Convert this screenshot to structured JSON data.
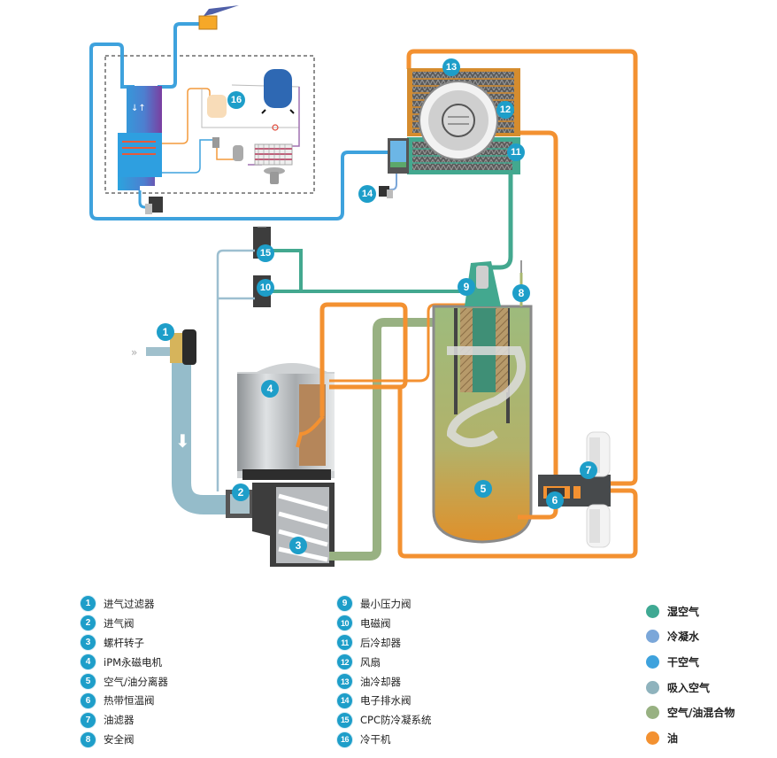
{
  "diagram": {
    "callouts": [
      "1",
      "2",
      "3",
      "4",
      "5",
      "6",
      "7",
      "8",
      "9",
      "10",
      "11",
      "12",
      "13",
      "14",
      "15",
      "16"
    ]
  },
  "legend": {
    "components_left": [
      {
        "num": "1",
        "label": "进气过滤器"
      },
      {
        "num": "2",
        "label": "进气阀"
      },
      {
        "num": "3",
        "label": "螺杆转子"
      },
      {
        "num": "4",
        "label": "iPM永磁电机"
      },
      {
        "num": "5",
        "label": "空气/油分离器"
      },
      {
        "num": "6",
        "label": "热带恒温阀"
      },
      {
        "num": "7",
        "label": "油滤器"
      },
      {
        "num": "8",
        "label": "安全阀"
      }
    ],
    "components_right": [
      {
        "num": "9",
        "label": "最小压力阀"
      },
      {
        "num": "10",
        "label": "电磁阀"
      },
      {
        "num": "11",
        "label": "后冷却器"
      },
      {
        "num": "12",
        "label": "风扇"
      },
      {
        "num": "13",
        "label": "油冷却器"
      },
      {
        "num": "14",
        "label": "电子排水阀"
      },
      {
        "num": "15",
        "label": "CPC防冷凝系统"
      },
      {
        "num": "16",
        "label": "冷干机"
      }
    ],
    "flows": [
      {
        "label": "湿空气",
        "color": "#3fa993"
      },
      {
        "label": "冷凝水",
        "color": "#7ba7d9"
      },
      {
        "label": "干空气",
        "color": "#3ea2dd"
      },
      {
        "label": "吸入空气",
        "color": "#8fb3bd"
      },
      {
        "label": "空气/油混合物",
        "color": "#98b182"
      },
      {
        "label": "油",
        "color": "#f39131"
      }
    ]
  },
  "colors": {
    "badge": "#1e9ec9",
    "wet_air": "#3fa993",
    "dry_air": "#3ea2dd",
    "intake_air": "#8fb3bd",
    "air_oil": "#98b182",
    "oil": "#f39131"
  }
}
